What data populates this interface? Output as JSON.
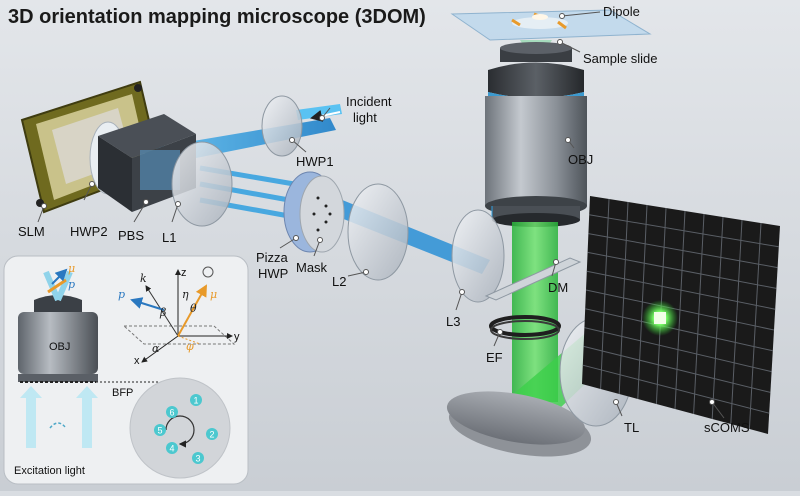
{
  "title": "3D orientation mapping microscope (3DOM)",
  "labels": {
    "dipole": "Dipole",
    "sample_slide": "Sample slide",
    "incident_light": "Incident light",
    "incident_light_l1": "Incident",
    "incident_light_l2": "light",
    "hwp1": "HWP1",
    "obj": "OBJ",
    "slm": "SLM",
    "hwp2": "HWP2",
    "pbs": "PBS",
    "l1": "L1",
    "pizza_hwp_l1": "Pizza",
    "pizza_hwp_l2": "HWP",
    "mask": "Mask",
    "l2": "L2",
    "dm": "DM",
    "l3": "L3",
    "ef": "EF",
    "tl": "TL",
    "scoms": "sCOMS"
  },
  "inset": {
    "obj": "OBJ",
    "bfp": "BFP",
    "excitation_light": "Excitation light",
    "axis_x": "x",
    "axis_y": "y",
    "axis_z": "z",
    "sym_k": "k",
    "sym_p": "p",
    "sym_mu": "μ",
    "sym_beta": "β",
    "sym_eta": "η",
    "sym_alpha": "α",
    "sym_phi": "φ",
    "sym_theta": "θ",
    "sectors": [
      "1",
      "2",
      "3",
      "4",
      "5",
      "6"
    ]
  },
  "colors": {
    "incident_beam": "#2f9fe0",
    "emission_beam": "#3ccf4a",
    "mu_arrow": "#e89a2a",
    "p_arrow": "#2a78c0",
    "sector_dot": "#4cc8cf",
    "slm_frame": "#6f6a1f"
  }
}
